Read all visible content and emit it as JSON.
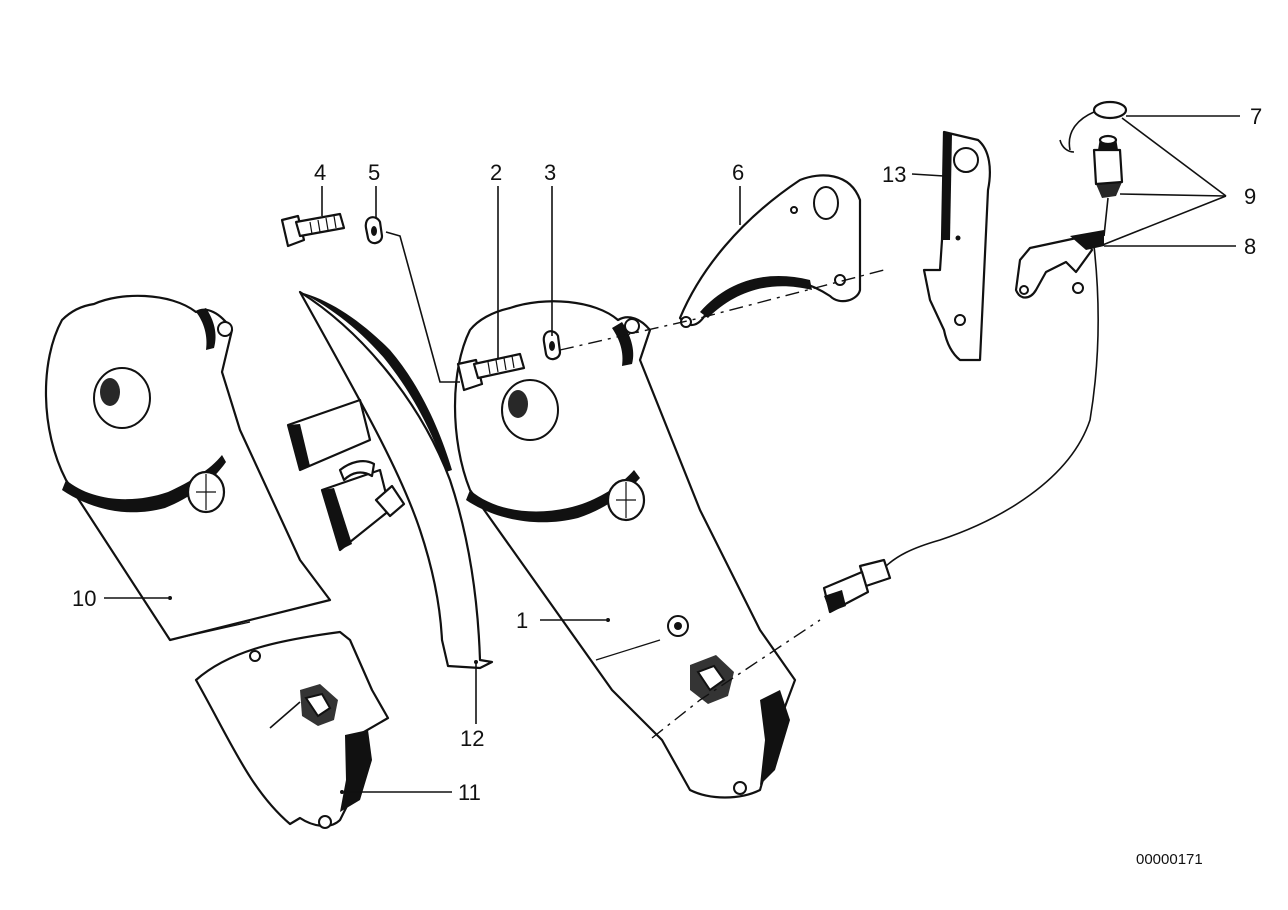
{
  "diagram": {
    "drawing_id": "00000171",
    "callouts": {
      "c1": "1",
      "c2": "2",
      "c3": "3",
      "c4": "4",
      "c5": "5",
      "c6": "6",
      "c7": "7",
      "c8": "8",
      "c9": "9",
      "c10": "10",
      "c11": "11",
      "c12": "12",
      "c13": "13"
    }
  }
}
